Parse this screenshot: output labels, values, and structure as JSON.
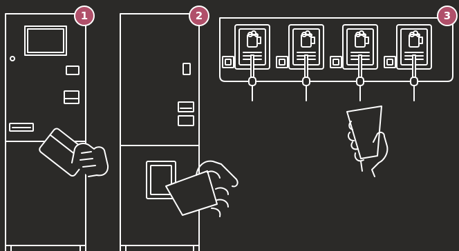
{
  "steps": [
    {
      "number": "1",
      "icon": "pay-with-card-icon"
    },
    {
      "number": "2",
      "icon": "take-cup-icon"
    },
    {
      "number": "3",
      "icon": "pour-beer-icon"
    }
  ],
  "taps": [
    {
      "icon": "beer-mug-icon"
    },
    {
      "icon": "beer-mug-icon"
    },
    {
      "icon": "beer-mug-icon"
    },
    {
      "icon": "beer-mug-icon"
    }
  ],
  "colors": {
    "background": "#2b2a28",
    "line": "#ffffff",
    "badge": "#b0506a"
  }
}
